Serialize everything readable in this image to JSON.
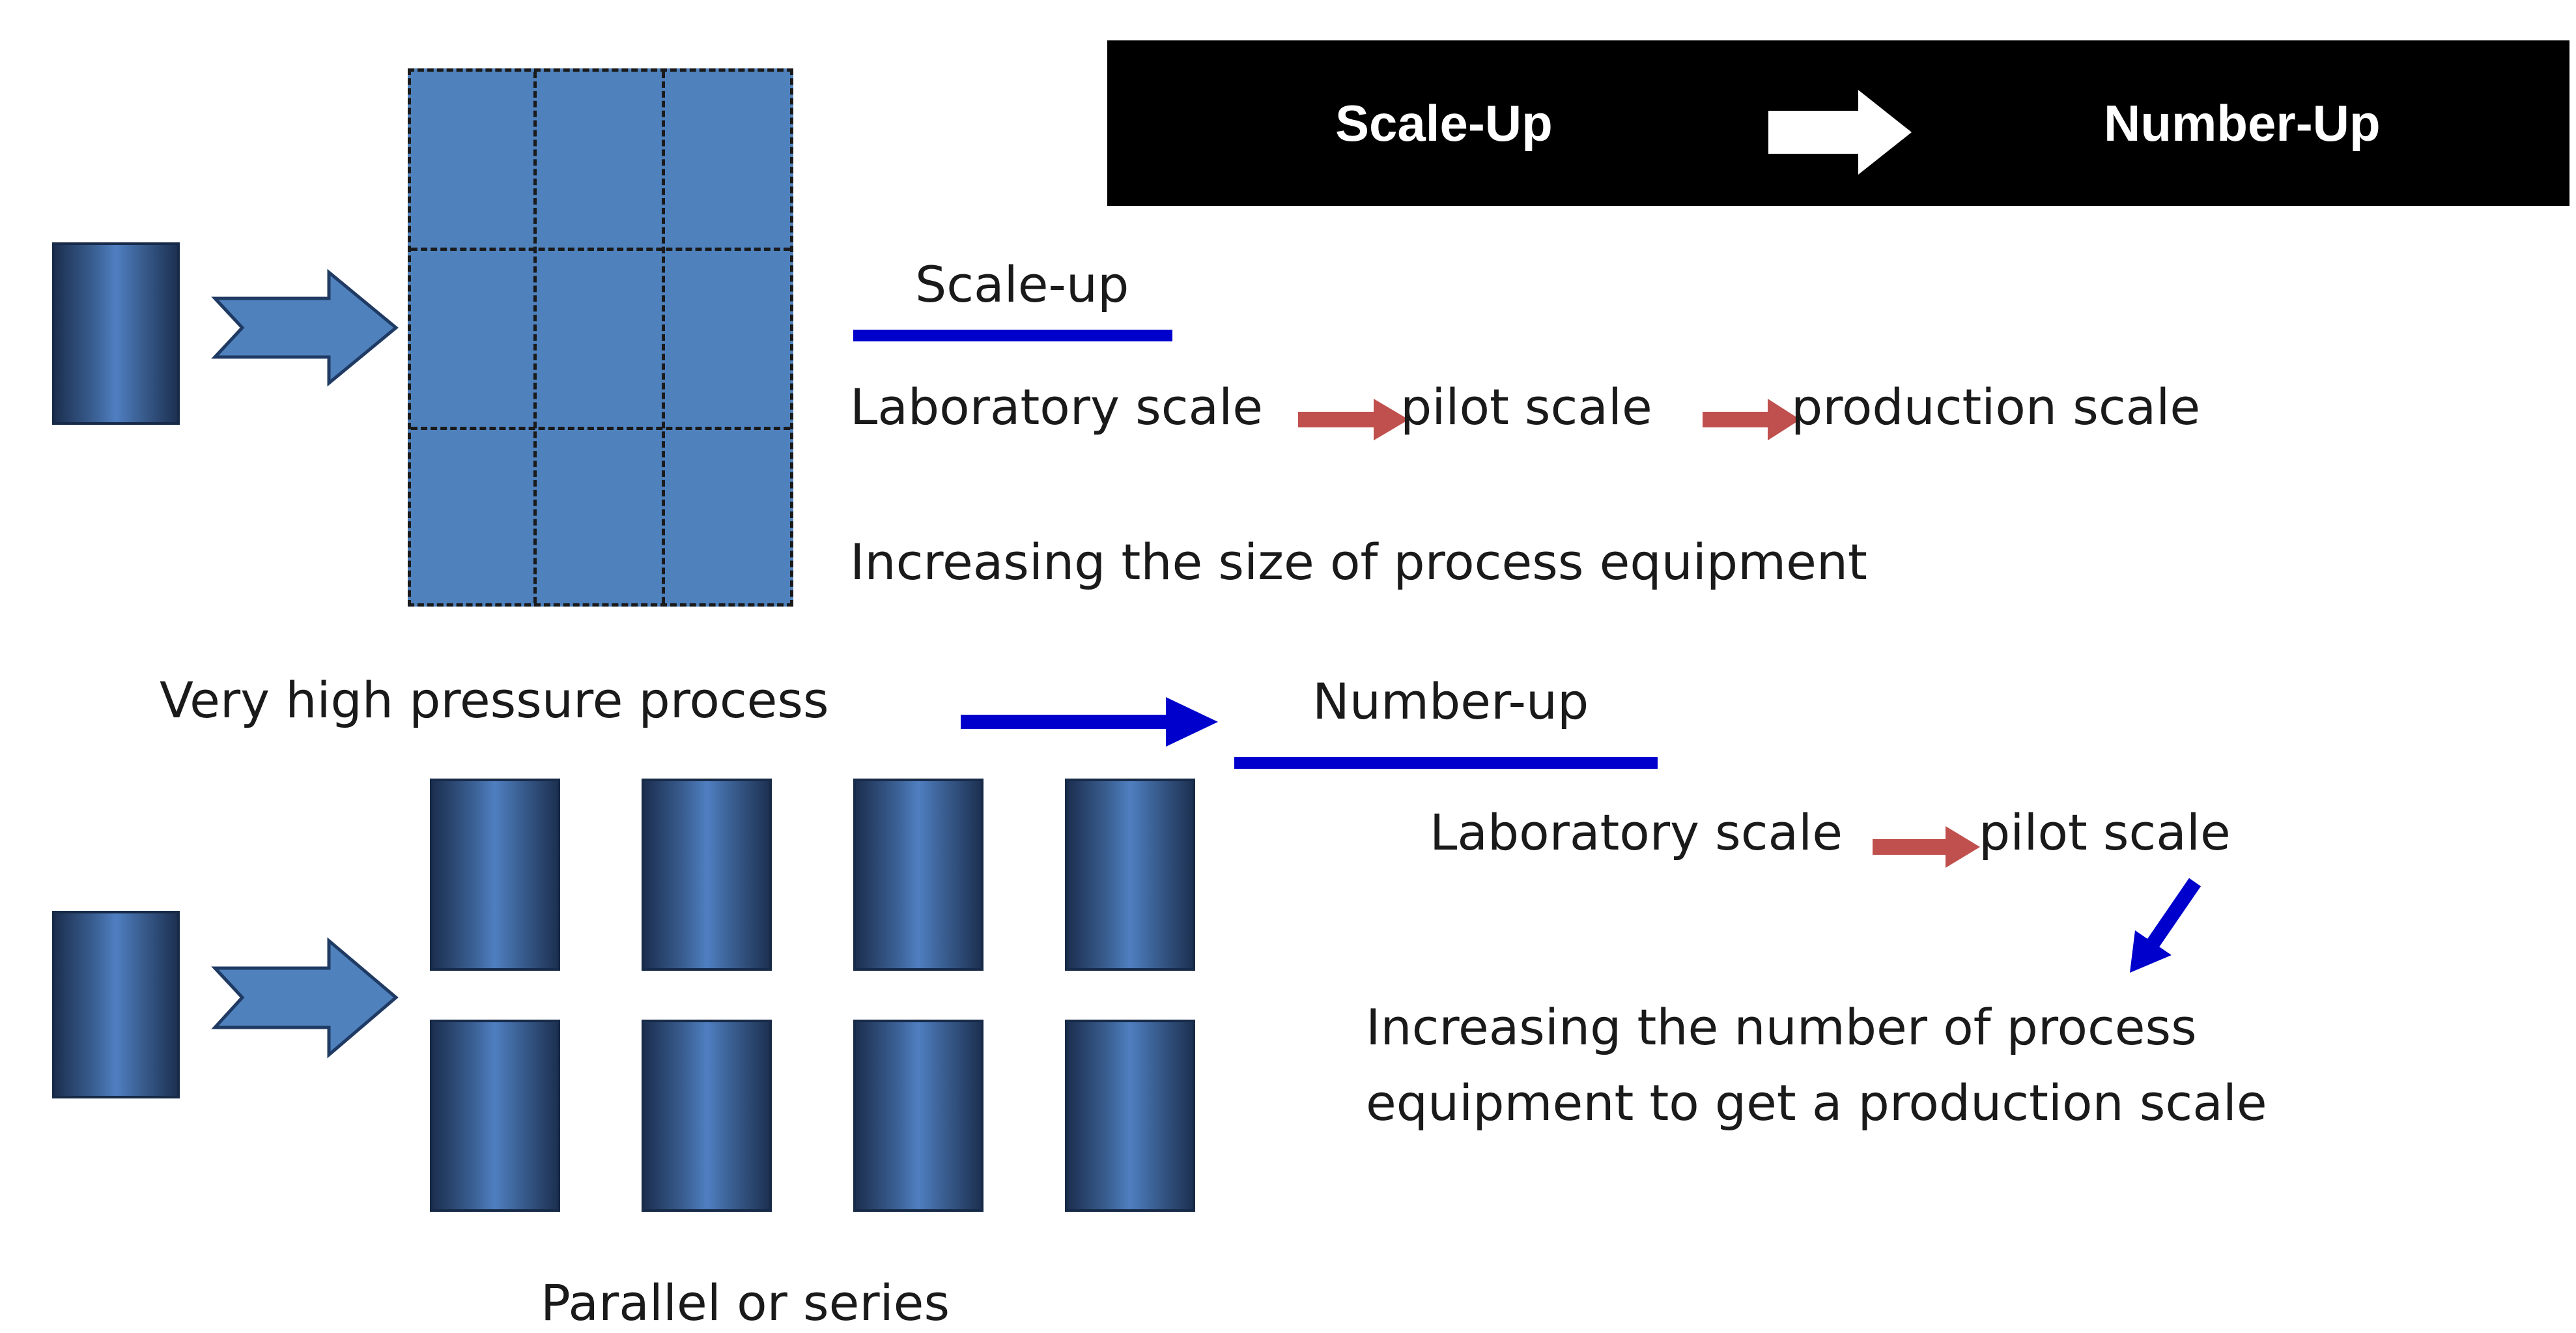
{
  "banner": {
    "left_label": "Scale-Up",
    "right_label": "Number-Up"
  },
  "scale_up": {
    "heading": "Scale-up",
    "steps": [
      "Laboratory scale",
      "pilot scale",
      "production scale"
    ],
    "description": "Increasing the size of process equipment"
  },
  "left_caption": "Very high pressure process",
  "number_up": {
    "heading": "Number-up",
    "steps": [
      "Laboratory scale",
      "pilot scale"
    ],
    "description_line1": "Increasing the number of process",
    "description_line2": "equipment to get a production scale"
  },
  "bottom_caption": "Parallel or series",
  "colors": {
    "block_blue": "#4f81bd",
    "cylinder_dark": "#1c2f50",
    "underline_blue": "#0000cc",
    "step_arrow_red": "#c0504d",
    "banner_black": "#000000"
  }
}
